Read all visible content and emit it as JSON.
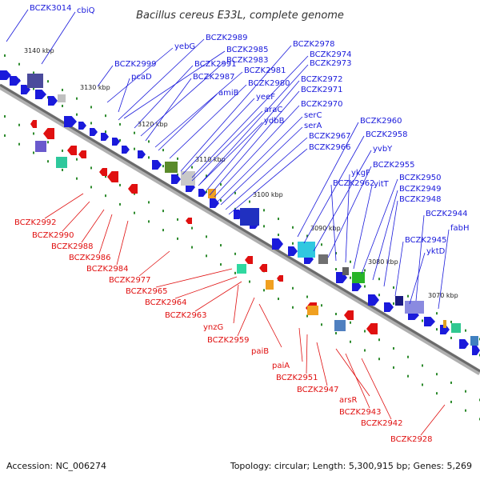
{
  "title": "Bacillus cereus E33L, complete genome",
  "footer": {
    "accession": "Accession: NC_006274",
    "topology": "Topology: circular; Length: 5,300,915 bp; Genes: 5,269"
  },
  "scale_ticks": [
    "3140 kbp",
    "3130 kbp",
    "3120 kbp",
    "3110 kbp",
    "3100 kbp",
    "3090 kbp",
    "3080 kbp",
    "3070 kbp"
  ],
  "labels_top": [
    "BCZK3014",
    "cbiQ",
    "BCZK2989",
    "yebG",
    "BCZK2985",
    "BCZK2999",
    "BCZK2991",
    "BCZK2983",
    "pcaD",
    "BCZK2987",
    "BCZK2981",
    "amiB",
    "BCZK2980",
    "yeeF",
    "araC",
    "ydbB",
    "BCZK2978",
    "BCZK2974",
    "BCZK2973",
    "BCZK2972",
    "BCZK2971",
    "BCZK2970",
    "serC",
    "serA",
    "BCZK2967",
    "BCZK2966",
    "BCZK2960",
    "BCZK2958",
    "yvbY",
    "BCZK2955",
    "ykgF",
    "BCZK2962",
    "yitT",
    "BCZK2950",
    "BCZK2949",
    "BCZK2948",
    "BCZK2944",
    "fabH",
    "BCZK2945",
    "yktD"
  ],
  "labels_bottom": [
    "BCZK2992",
    "BCZK2990",
    "BCZK2988",
    "BCZK2986",
    "BCZK2984",
    "BCZK2977",
    "BCZK2965",
    "BCZK2964",
    "BCZK2963",
    "ynzG",
    "BCZK2959",
    "paiB",
    "paiA",
    "BCZK2951",
    "BCZK2947",
    "arsR",
    "BCZK2943",
    "BCZK2942",
    "BCZK2928"
  ],
  "colors": {
    "forward": "#1a1adb",
    "reverse": "#e01010",
    "backbone": "#8a8a8a",
    "tick": "#2e8b2e"
  }
}
